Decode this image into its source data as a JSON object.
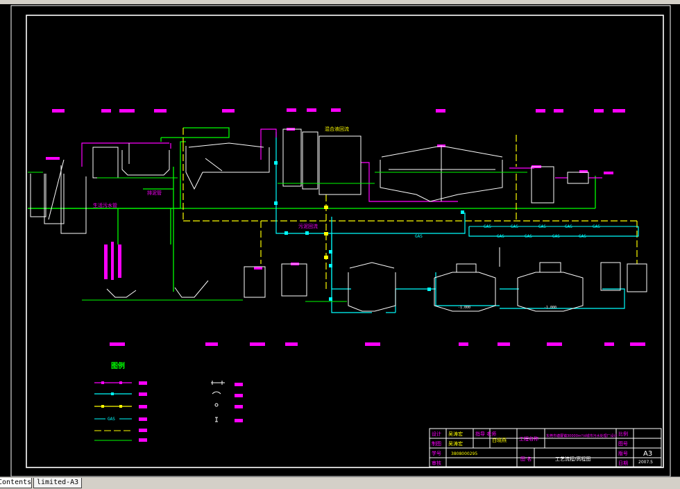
{
  "colors": {
    "background": "#000000",
    "frame": "#ffffff",
    "pipe_green": "#00ff00",
    "pipe_cyan": "#00ffff",
    "pipe_magenta": "#ff00ff",
    "pipe_yellow": "#ffff00",
    "equipment": "#ffffff"
  },
  "drawing": {
    "pipe_labels": [
      "排泥管",
      "污泥回流",
      "生活污水管",
      "混合液回流"
    ],
    "tank_level_labels": [
      "-1.000",
      "-1.000"
    ],
    "gas_labels": [
      "GAS",
      "GAS",
      "GAS",
      "GAS",
      "GAS",
      "GAS",
      "GAS",
      "GAS",
      "GAS",
      "GAS"
    ]
  },
  "legend": {
    "title": "图例",
    "gas_sample": "GAS"
  },
  "title_block": {
    "design_label": "设计",
    "design_name": "吴涛宏",
    "drawing_label": "制图",
    "drawing_name": "吴涛宏",
    "advisor_label": "指导\n老师",
    "advisor_name": "白晓燕",
    "project_label": "工程名称",
    "project_name": "东莞市塘厦镇30000m³/d城市污水处理厂设计",
    "scale_label": "比例",
    "sheet_label": "图号",
    "size_label": "版号",
    "size_value": "A3",
    "student_label": "学号",
    "student_value": "3808000295",
    "review_label": "审核",
    "figure_label": "图  名",
    "figure_name": "工艺流程/高程图",
    "date_label": "日期",
    "date_value": "2007.5"
  },
  "tabs": [
    "Contents",
    "limited-A3"
  ]
}
